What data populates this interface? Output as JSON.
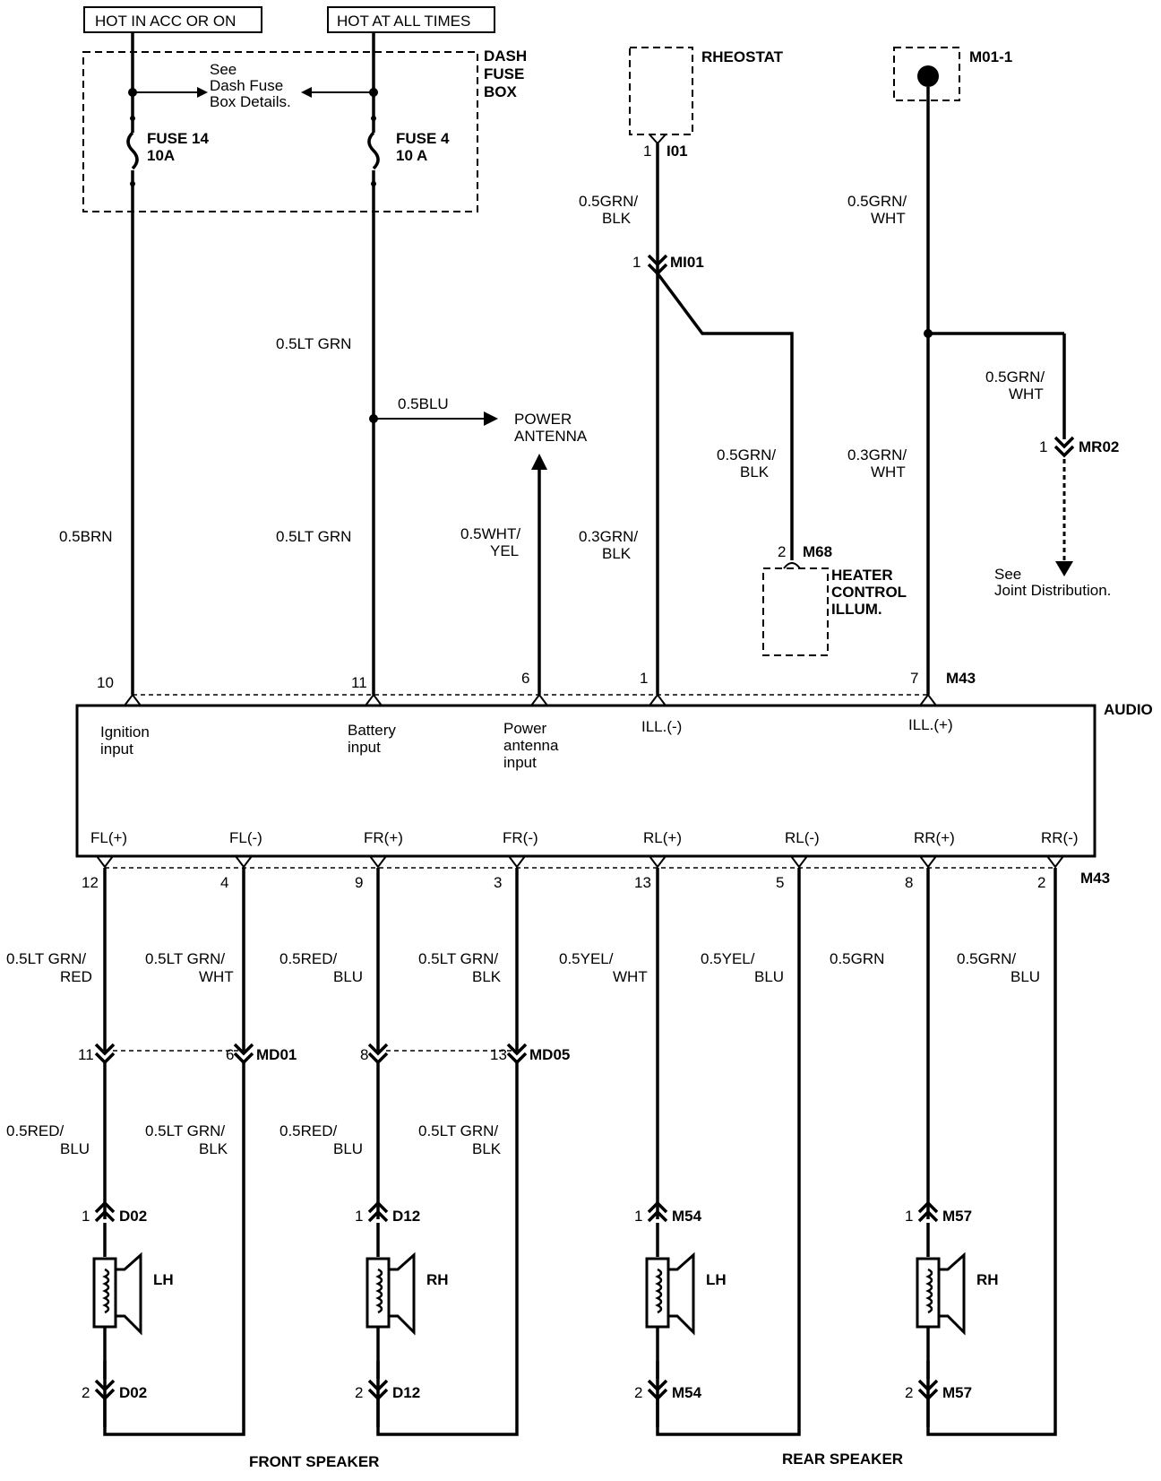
{
  "power": {
    "hot_acc": "HOT IN ACC OR ON",
    "hot_all": "HOT AT ALL TIMES",
    "fuse_box": [
      "DASH",
      "FUSE",
      "BOX"
    ],
    "see_fuse": [
      "See",
      "Dash Fuse",
      "Box Details."
    ],
    "fuse14": [
      "FUSE 14",
      "10A"
    ],
    "fuse4": [
      "FUSE 4",
      "10 A"
    ]
  },
  "wires": {
    "brn": "0.5BRN",
    "ltgrn_top": "0.5LT GRN",
    "ltgrn_bot": "0.5LT GRN",
    "blu": "0.5BLU",
    "whtyel": [
      "0.5WHT/",
      "YEL"
    ],
    "grnblk_top": [
      "0.5GRN/",
      "BLK"
    ],
    "grnblk_mid": [
      "0.5GRN/",
      "BLK"
    ],
    "grnblk_03": [
      "0.3GRN/",
      "BLK"
    ],
    "grnwht_top": [
      "0.5GRN/",
      "WHT"
    ],
    "grnwht_branch": [
      "0.5GRN/",
      "WHT"
    ],
    "grnwht_03": [
      "0.3GRN/",
      "WHT"
    ]
  },
  "components": {
    "power_antenna": [
      "POWER",
      "ANTENNA"
    ],
    "rheostat": "RHEOSTAT",
    "m01": "M01-1",
    "heater": [
      "HEATER",
      "CONTROL",
      "ILLUM."
    ],
    "see_joint": [
      "See",
      "Joint Distribution."
    ],
    "audio": "AUDIO",
    "front_speaker": "FRONT SPEAKER",
    "rear_speaker": "REAR SPEAKER"
  },
  "connectors": {
    "i01": "I01",
    "i01_pin": "1",
    "mi01": "MI01",
    "mi01_pin": "1",
    "m68": "M68",
    "m68_pin": "2",
    "mr02": "MR02",
    "mr02_pin": "1",
    "m43_top": "M43",
    "m43_bot": "M43",
    "md01": "MD01",
    "md05": "MD05"
  },
  "audio_top_pins": [
    {
      "pin": "10",
      "label": [
        "Ignition",
        "input"
      ]
    },
    {
      "pin": "11",
      "label": [
        "Battery",
        "input"
      ]
    },
    {
      "pin": "6",
      "label": [
        "Power",
        "antenna",
        "input"
      ]
    },
    {
      "pin": "1",
      "label": [
        "ILL.(-)"
      ]
    },
    {
      "pin": "7",
      "label": [
        "ILL.(+)"
      ]
    }
  ],
  "audio_bottom_pins": [
    {
      "name": "FL(+)",
      "pin": "12",
      "wire": [
        "0.5LT GRN/",
        "RED"
      ]
    },
    {
      "name": "FL(-)",
      "pin": "4",
      "wire": [
        "0.5LT GRN/",
        "WHT"
      ]
    },
    {
      "name": "FR(+)",
      "pin": "9",
      "wire": [
        "0.5RED/",
        "BLU"
      ]
    },
    {
      "name": "FR(-)",
      "pin": "3",
      "wire": [
        "0.5LT GRN/",
        "BLK"
      ]
    },
    {
      "name": "RL(+)",
      "pin": "13",
      "wire": [
        "0.5YEL/",
        "WHT"
      ]
    },
    {
      "name": "RL(-)",
      "pin": "5",
      "wire": [
        "0.5YEL/",
        "BLU"
      ]
    },
    {
      "name": "RR(+)",
      "pin": "8",
      "wire": [
        "0.5GRN"
      ]
    },
    {
      "name": "RR(-)",
      "pin": "2",
      "wire": [
        "0.5GRN/",
        "BLU"
      ]
    }
  ],
  "front_connectors": [
    {
      "pin": "11"
    },
    {
      "pin": "6",
      "name": "MD01"
    },
    {
      "pin": "8"
    },
    {
      "pin": "13",
      "name": "MD05"
    }
  ],
  "front_lower_wires": [
    [
      "0.5RED/",
      "BLU"
    ],
    [
      "0.5LT GRN/",
      "BLK"
    ],
    [
      "0.5RED/",
      "BLU"
    ],
    [
      "0.5LT GRN/",
      "BLK"
    ]
  ],
  "speakers": [
    {
      "side": "LH",
      "conn": "D02",
      "pin_top": "1",
      "pin_bot": "2"
    },
    {
      "side": "RH",
      "conn": "D12",
      "pin_top": "1",
      "pin_bot": "2"
    },
    {
      "side": "LH",
      "conn": "M54",
      "pin_top": "1",
      "pin_bot": "2"
    },
    {
      "side": "RH",
      "conn": "M57",
      "pin_top": "1",
      "pin_bot": "2"
    }
  ]
}
